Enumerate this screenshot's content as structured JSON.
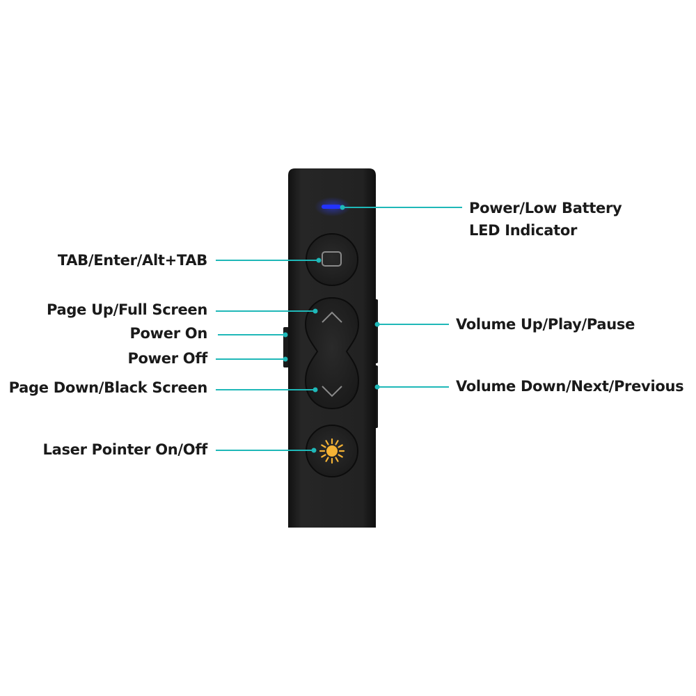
{
  "title": "Presenter remote button layout",
  "colors": {
    "leader_line": "#1fb8b8",
    "device_body": "#1c1c1c",
    "led": "#2233ff",
    "laser_icon": "#f5b335",
    "button_icon": "#8a8a8a"
  },
  "labels_left": [
    {
      "id": "tab-enter",
      "text": "TAB/Enter/Alt+TAB"
    },
    {
      "id": "page-up",
      "text": "Page Up/Full Screen"
    },
    {
      "id": "power-on",
      "text": "Power On"
    },
    {
      "id": "power-off",
      "text": "Power Off"
    },
    {
      "id": "page-down",
      "text": "Page Down/Black Screen"
    },
    {
      "id": "laser",
      "text": "Laser Pointer On/Off"
    }
  ],
  "labels_right": [
    {
      "id": "led",
      "text": "Power/Low Battery",
      "text2": "LED Indicator"
    },
    {
      "id": "vol-up",
      "text": "Volume Up/Play/Pause"
    },
    {
      "id": "vol-down",
      "text": "Volume Down/Next/Previous"
    }
  ],
  "buttons": [
    {
      "name": "tab-button",
      "icon": "square-icon"
    },
    {
      "name": "page-up-button",
      "icon": "chevron-up-icon"
    },
    {
      "name": "page-down-button",
      "icon": "chevron-down-icon"
    },
    {
      "name": "laser-button",
      "icon": "sun-icon"
    }
  ]
}
